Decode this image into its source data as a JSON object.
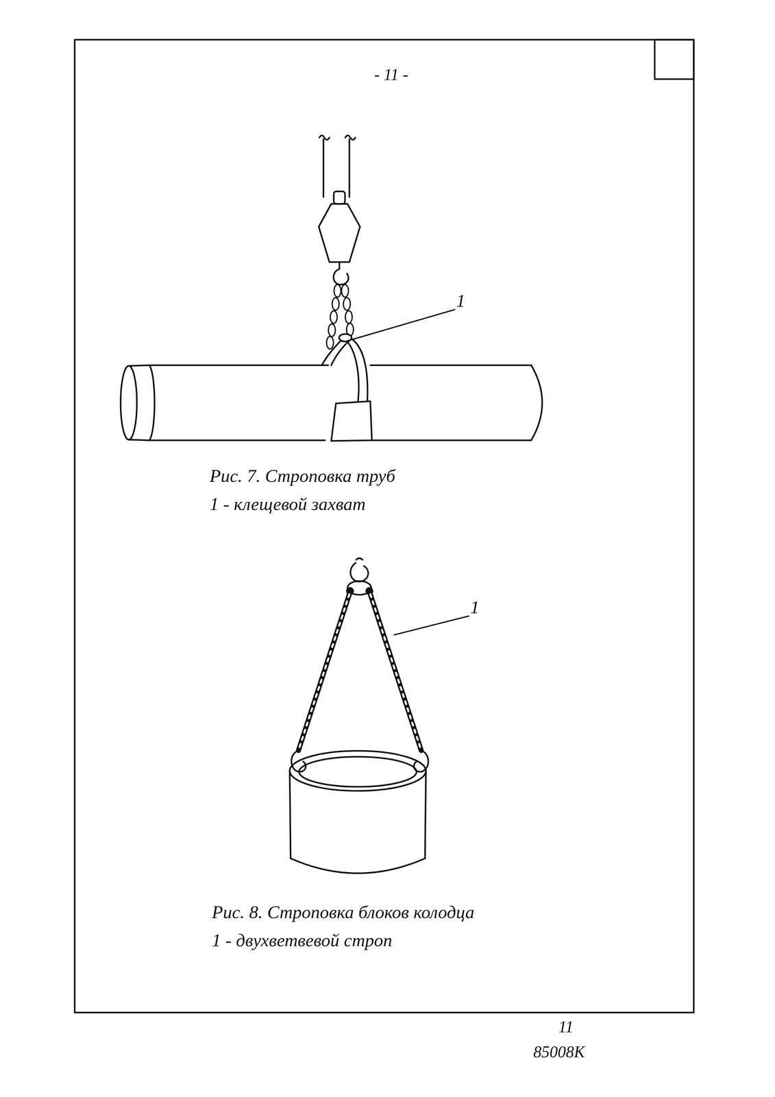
{
  "diagram": {
    "labels": [
      "- 11 -",
      "1",
      "Рис. 7. Строповка труб",
      "1 - клещевой захват",
      "1",
      "Рис. 8. Строповка блоков колодца",
      "1 - двухветвевой строп",
      "11",
      "85008К"
    ]
  }
}
